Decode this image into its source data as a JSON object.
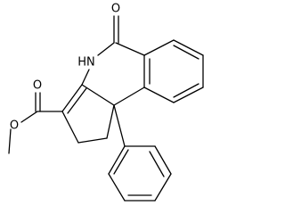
{
  "structure": {
    "atoms": {
      "carbonyl_oxygen": "O",
      "nh": "HN",
      "ester_carbonyl_oxygen": "O",
      "ester_ether_oxygen": "O"
    }
  }
}
